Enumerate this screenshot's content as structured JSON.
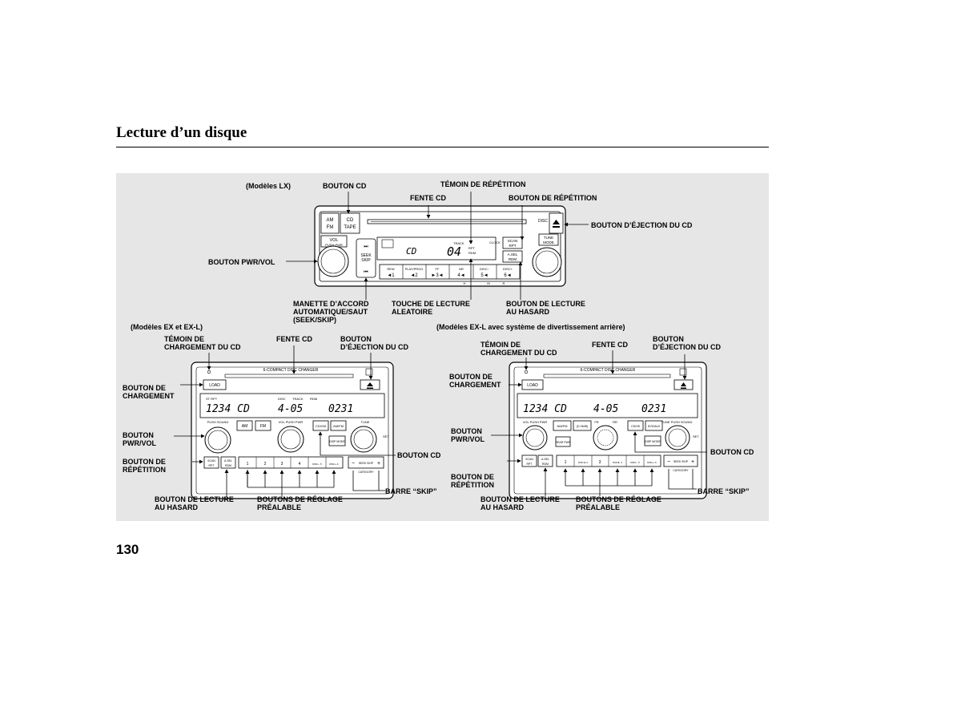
{
  "header": {
    "title": "Lecture d’un disque"
  },
  "footer": {
    "page_number": "130"
  },
  "lx": {
    "model": "(Modèles LX)",
    "labels": {
      "cd_button": "BOUTON CD",
      "repeat_indicator": "TÉMOIN DE RÉPÉTITION",
      "cd_slot": "FENTE CD",
      "repeat_button": "BOUTON DE RÉPÉTITION",
      "eject_button": "BOUTON D’ÉJECTION DU CD",
      "pwr_vol_button": "BOUTON PWR/VOL",
      "seek_skip_l1": "MANETTE D’ACCORD",
      "seek_skip_l2": "AUTOMATIQUE/SAUT",
      "seek_skip_l3": "(SEEK/SKIP)",
      "random_touch_l1": "TOUCHE DE LECTURE",
      "random_touch_l2": "ALEATOIRE",
      "random_button_l1": "BOUTON DE LECTURE",
      "random_button_l2": "AU HASARD"
    },
    "unit": {
      "am": "AM",
      "fm": "FM",
      "cd": "CD",
      "tape": "TAPE",
      "disc": "DISC",
      "vol": "VOL",
      "push_pwr": "PUSH PWR",
      "seek": "SEEK",
      "skip": "SKIP",
      "display_cd": "CD",
      "display_track_label": "TRACK",
      "display_track": "04",
      "display_rpt": "RPT",
      "display_rdm": "RDM",
      "clock": "CLOCK",
      "scan": "SCAN",
      "rpt": "RPT",
      "a_sel": "A.SEL",
      "rdm": "RDM",
      "tune": "TUNE",
      "mode": "MODE",
      "presets": [
        {
          "top": "REW",
          "num": "◄1"
        },
        {
          "top": "PLAY/PROG",
          "num": "◄2"
        },
        {
          "top": "FF",
          "num": "►3◄"
        },
        {
          "top": "NR",
          "num": "4◄"
        },
        {
          "top": "DISC−",
          "num": "5◄"
        },
        {
          "top": "DISC+",
          "num": "6◄"
        }
      ],
      "h": "H",
      "m": "M",
      "r": "R"
    }
  },
  "ex": {
    "model": "(Modèles EX et EX-L)",
    "labels": {
      "load_ind_l1": "TÉMOIN DE",
      "load_ind_l2": "CHARGEMENT DU CD",
      "slot": "FENTE CD",
      "eject_l1": "BOUTON",
      "eject_l2": "D’ÉJECTION DU CD",
      "load_btn_l1": "BOUTON DE",
      "load_btn_l2": "CHARGEMENT",
      "pwr_l1": "BOUTON",
      "pwr_l2": "PWR/VOL",
      "rpt_l1": "BOUTON DE",
      "rpt_l2": "RÉPÉTITION",
      "cd_btn": "BOUTON CD",
      "random_l1": "BOUTON DE LECTURE",
      "random_l2": "AU HASARD",
      "preset_l1": "BOUTONS DE RÉGLAGE",
      "preset_l2": "PRÉALABLE",
      "skip_bar": "BARRE “SKIP”"
    },
    "unit": {
      "changer": "6-COMPACT DISC CHANGER",
      "load": "LOAD",
      "lcd_left": "1234 CD",
      "lcd_disc": "DISC",
      "lcd_track": "TRACK",
      "lcd_rdm": "RDM",
      "lcd_mid": "4-05",
      "lcd_right": "0231",
      "lcd_small": "ST RPT",
      "push_sound": "PUSH SOUND",
      "am": "AM",
      "fm": "FM",
      "vol_pwr": "VOL PUSH PWR",
      "cd_xm": "CD/XM",
      "am_fm": "AM/FM",
      "tune": "TUNE",
      "disp_mode": "DISP MODE",
      "set": "SET",
      "scan": "SCAN",
      "rpt": "RPT",
      "a_sel": "A.SEL",
      "rdm": "RDM",
      "presets": [
        "1",
        "2",
        "3",
        "4",
        "DISC− 5",
        "DISC+ 6"
      ],
      "seek_skip": "SEEK SKIP",
      "category": "CATEGORY",
      "minus": "−",
      "plus": "+"
    }
  },
  "exl": {
    "model": "(Modèles EX-L avec système de divertissement arrière)",
    "labels": {
      "load_ind_l1": "TÉMOIN DE",
      "load_ind_l2": "CHARGEMENT DU CD",
      "slot": "FENTE CD",
      "eject_l1": "BOUTON",
      "eject_l2": "D’ÉJECTION DU CD",
      "load_btn_l1": "BOUTON DE",
      "load_btn_l2": "CHARGEMENT",
      "pwr_l1": "BOUTON",
      "pwr_l2": "PWR/VOL",
      "cd_btn": "BOUTON CD",
      "rpt_l1": "BOUTON DE",
      "rpt_l2": "RÉPÉTITION",
      "random_l1": "BOUTON DE LECTURE",
      "random_l2": "AU HASARD",
      "preset_l1": "BOUTONS DE RÉGLAGE",
      "preset_l2": "PRÉALABLE",
      "skip_bar": "BARRE “SKIP”"
    },
    "unit": {
      "changer": "6-COMPACT DISC CHANGER",
      "load": "LOAD",
      "lcd_left": "1234 CD",
      "lcd_mid": "4-05",
      "lcd_right": "0231",
      "vol_pwr": "VOL PUSH PWR",
      "am_fm": "AM/FM",
      "dxm": "(D XM/B)",
      "rear_pwr": "REAR PWR",
      "fr": "FR",
      "rr": "RR",
      "cd_hs": "CD/HS",
      "dvd_aux": "DVD/AUX",
      "tune_sound": "TUNE PUSH SOUND",
      "disp_mode": "DISP MODE",
      "set": "SET",
      "scan": "SCAN",
      "rpt": "RPT",
      "a_sel": "A.SEL",
      "rdm": "RDM",
      "presets": [
        "1",
        "DVD◄ 2",
        "3",
        "DVD► 4",
        "DISC− 5",
        "DISC+ 6"
      ],
      "seek_skip": "SEEK SKIP",
      "category": "CATEGORY",
      "minus": "−",
      "plus": "+"
    }
  }
}
